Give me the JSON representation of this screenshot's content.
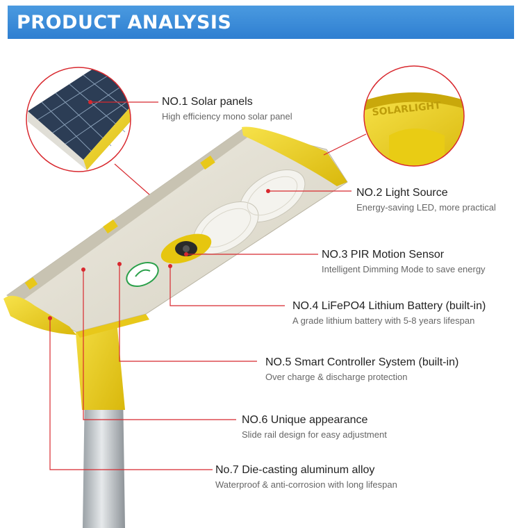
{
  "banner": {
    "title": "PRODUCT ANALYSIS"
  },
  "callouts": [
    {
      "title": "NO.1 Solar panels",
      "subtitle": "High efficiency mono solar panel"
    },
    {
      "title": "NO.2  Light Source",
      "subtitle": "Energy-saving LED, more practical"
    },
    {
      "title": "NO.3 PIR Motion Sensor",
      "subtitle": "Intelligent Dimming Mode to save energy"
    },
    {
      "title": "NO.4  LiFePO4 Lithium Battery (built-in)",
      "subtitle": "A grade lithium battery with 5-8 years lifespan"
    },
    {
      "title": "NO.5 Smart Controller System (built-in)",
      "subtitle": "Over charge & discharge protection"
    },
    {
      "title": "NO.6 Unique appearance",
      "subtitle": "Slide rail design for easy adjustment"
    },
    {
      "title": "No.7 Die-casting aluminum alloy",
      "subtitle": "Waterproof & anti-corrosion with long lifespan"
    }
  ],
  "product": {
    "lamp_brand_text": "SOLARLIGHT"
  },
  "colors": {
    "banner": "#3a8ad9",
    "accent_yellow": "#f2d21a",
    "callout_line": "#d8282e",
    "panel": "#e2ded0"
  }
}
